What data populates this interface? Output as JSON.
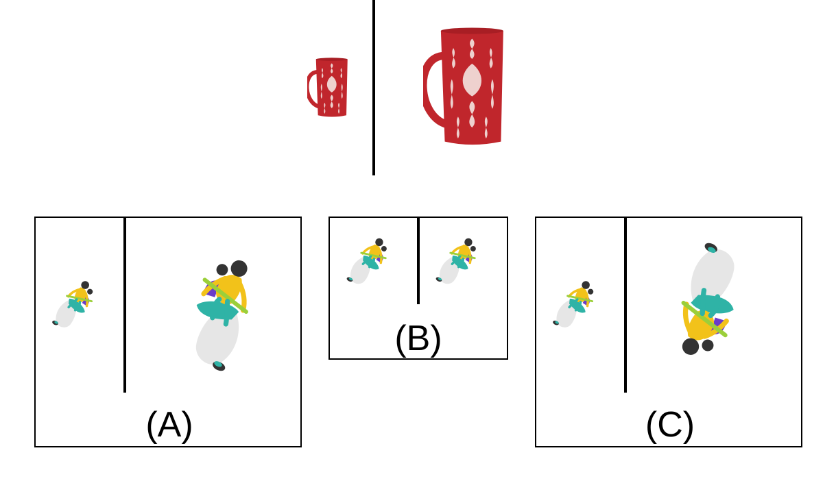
{
  "options": [
    {
      "id": "A",
      "label": "(A)"
    },
    {
      "id": "B",
      "label": "(B)"
    },
    {
      "id": "C",
      "label": "(C)"
    }
  ],
  "colors": {
    "mug_red": "#c0262c",
    "mug_pattern": "#f4e4e0",
    "rider_yellow": "#f2c21a",
    "scooter_white": "#e6e6e6",
    "scooter_teal": "#2fb3a6",
    "hair_dark": "#333333",
    "accent_purple": "#6a3cc9",
    "handle_green": "#9bcf3a"
  },
  "icons": {
    "example_small": "mug-icon",
    "example_large": "mug-icon",
    "option_subject": "scooter-rider-icon"
  }
}
